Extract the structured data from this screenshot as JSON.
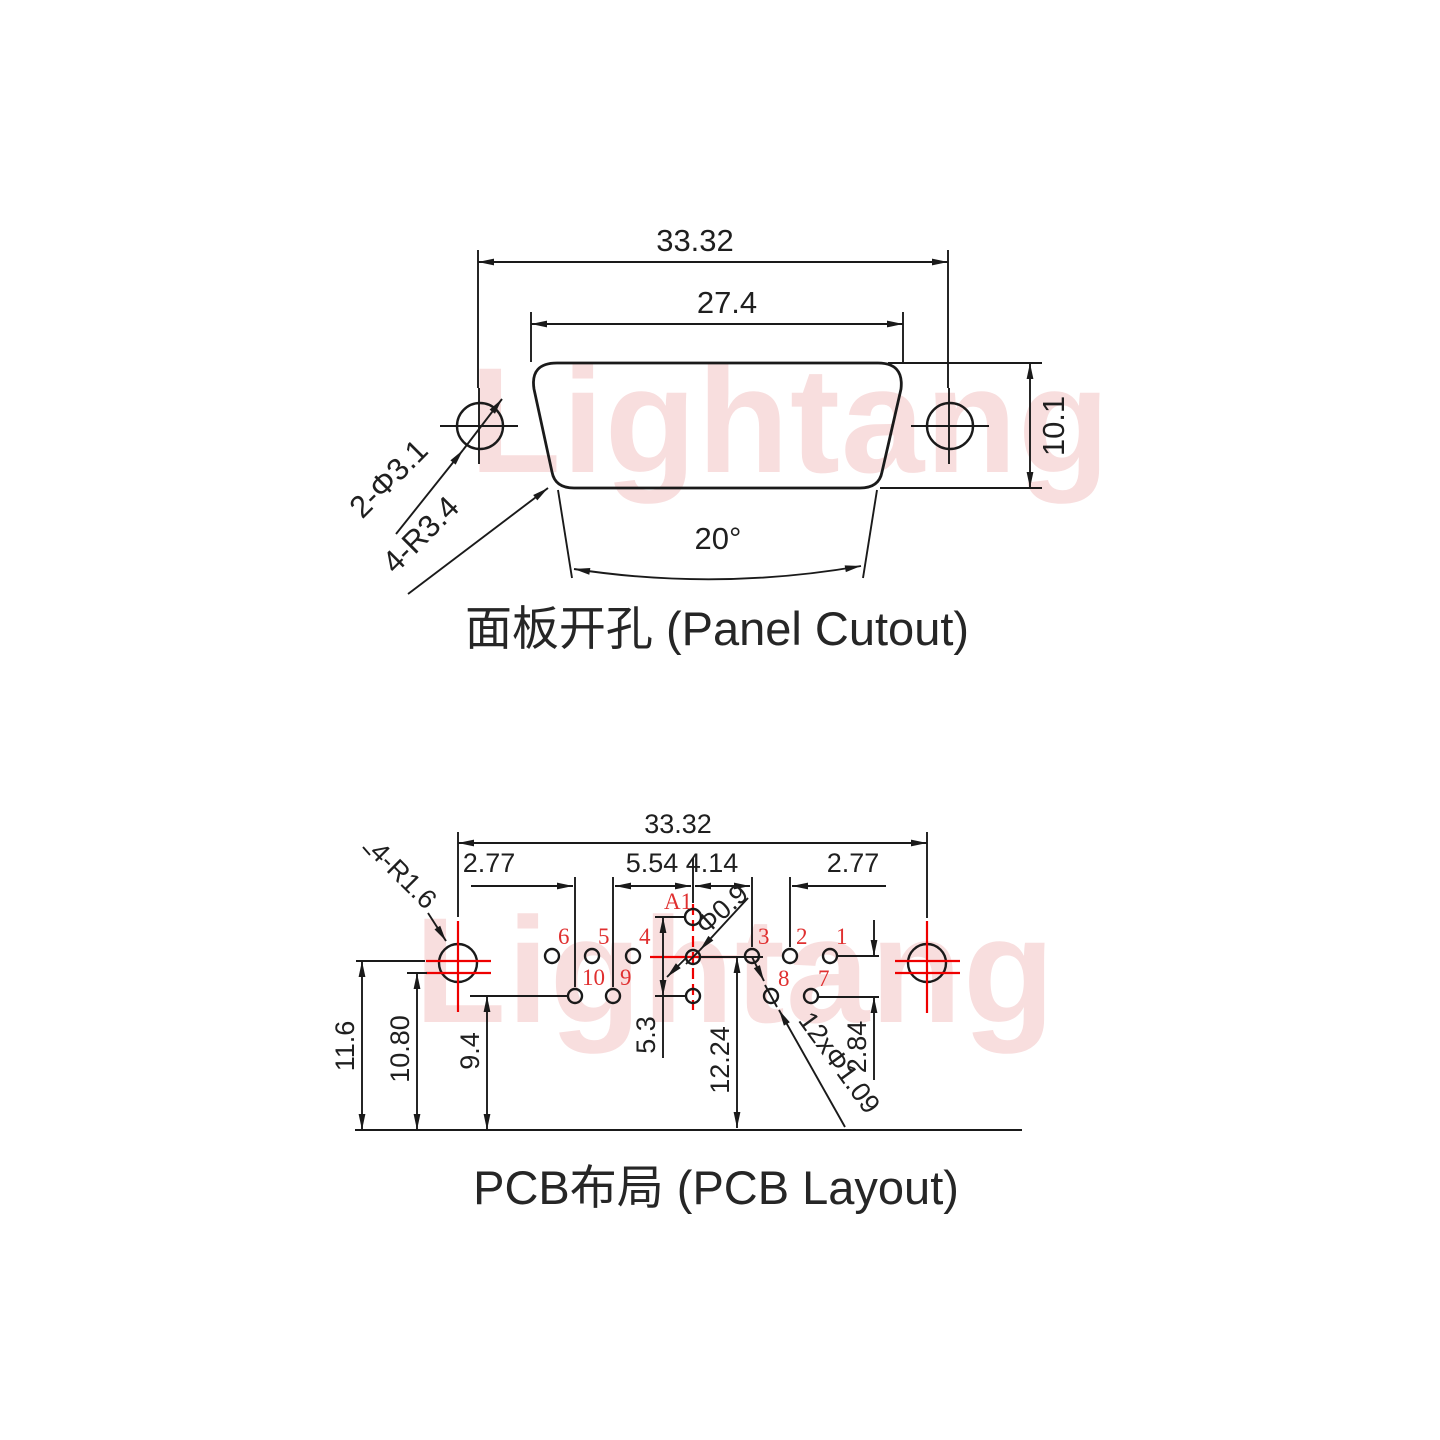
{
  "watermark": {
    "text": "Lightang"
  },
  "panel": {
    "title": "面板开孔 (Panel Cutout)",
    "dim_overall": "33.32",
    "dim_cutout_width": "27.4",
    "dim_height": "10.1",
    "label_screw_holes": "2-Φ3.1",
    "label_corner_radius": "4-R3.4",
    "label_angle": "20°"
  },
  "pcb": {
    "title": "PCB布局 (PCB Layout)",
    "dim_overall": "33.32",
    "dim_left_pitch": "2.77",
    "dim_mid_left": "5.54",
    "dim_mid_right": "4.14",
    "dim_right_pitch": "2.77",
    "label_mount_radius": "4-R1.6",
    "label_coax_dia": "Φ0.9",
    "dim_11_6": "11.6",
    "dim_10_80": "10.80",
    "dim_9_4": "9.4",
    "dim_5_3": "5.3",
    "dim_12_24": "12.24",
    "dim_2_84": "2.84",
    "label_holes": "12xΦ1.09",
    "pins": {
      "a1": "A1",
      "p1": "1",
      "p2": "2",
      "p3": "3",
      "p4": "4",
      "p5": "5",
      "p6": "6",
      "p7": "7",
      "p8": "8",
      "p9": "9",
      "p10": "10"
    }
  }
}
